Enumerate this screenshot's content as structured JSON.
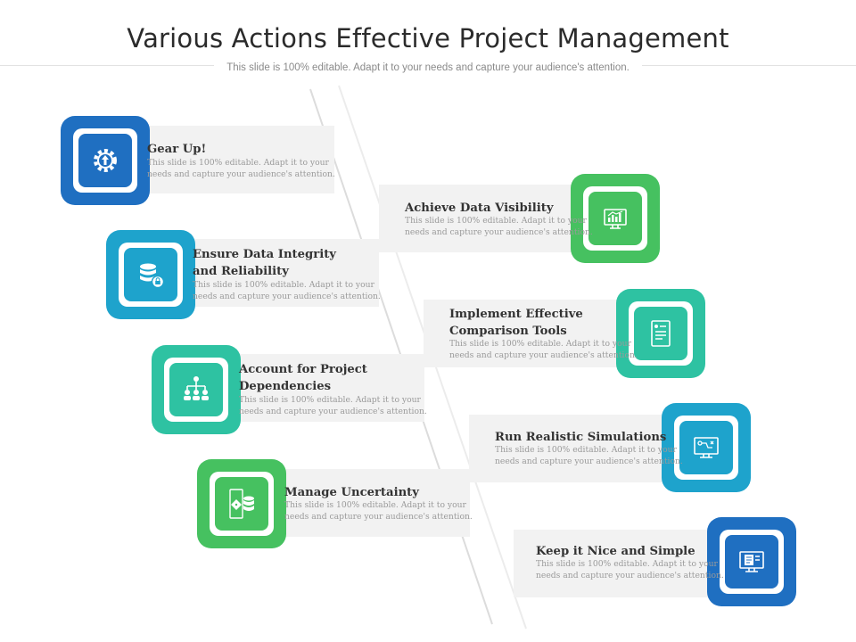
{
  "header": {
    "title": "Various Actions Effective Project Management",
    "subtitle": "This slide is 100% editable. Adapt it to your needs and capture your audience's attention."
  },
  "colors": {
    "dark_blue": "#1f6fc1",
    "light_blue": "#1ea3cc",
    "teal": "#2ec2a2",
    "green": "#46c160"
  },
  "left_items": [
    {
      "title_lines": [
        "Gear Up!"
      ],
      "desc_lines": [
        "This slide is 100% editable. Adapt it to your",
        "needs and capture your audience's attention."
      ],
      "icon": "gear-icon",
      "color": "#1f6fc1"
    },
    {
      "title_lines": [
        "Ensure Data Integrity",
        "and Reliability"
      ],
      "desc_lines": [
        "This slide is 100% editable. Adapt it to your",
        "needs and capture your audience's attention."
      ],
      "icon": "database-lock-icon",
      "color": "#1ea3cc"
    },
    {
      "title_lines": [
        "Account for Project",
        "Dependencies"
      ],
      "desc_lines": [
        "This slide is 100% editable. Adapt it to your",
        "needs and capture your audience's attention."
      ],
      "icon": "hierarchy-icon",
      "color": "#2ec2a2"
    },
    {
      "title_lines": [
        "Manage Uncertainty"
      ],
      "desc_lines": [
        "This slide is 100% editable. Adapt it to your",
        "needs and capture your audience's attention."
      ],
      "icon": "dice-icon",
      "color": "#46c160"
    }
  ],
  "right_items": [
    {
      "title_lines": [
        "Achieve Data Visibility"
      ],
      "desc_lines": [
        "This slide is 100% editable. Adapt it to your",
        "needs and capture your audience's attention."
      ],
      "icon": "monitor-chart-icon",
      "color": "#46c160"
    },
    {
      "title_lines": [
        "Implement Effective",
        "Comparison Tools"
      ],
      "desc_lines": [
        "This slide is 100% editable. Adapt it to your",
        "needs and capture your audience's attention."
      ],
      "icon": "checklist-icon",
      "color": "#2ec2a2"
    },
    {
      "title_lines": [
        "Run Realistic Simulations"
      ],
      "desc_lines": [
        "This slide is 100% editable. Adapt it to your",
        "needs and capture your audience's attention."
      ],
      "icon": "simulation-screen-icon",
      "color": "#1ea3cc"
    },
    {
      "title_lines": [
        "Keep it Nice and Simple"
      ],
      "desc_lines": [
        "This slide is 100% editable. Adapt it to your",
        "needs and capture your audience's attention."
      ],
      "icon": "document-screen-icon",
      "color": "#1f6fc1"
    }
  ]
}
